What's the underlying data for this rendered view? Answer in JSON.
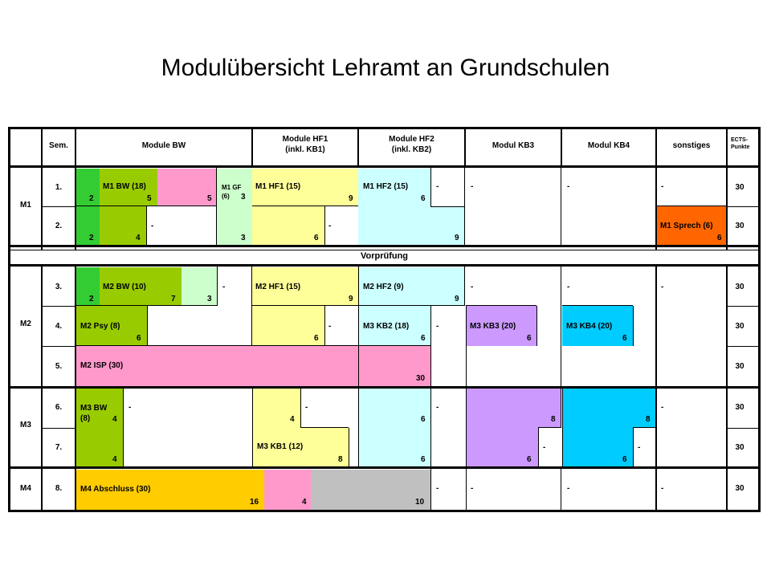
{
  "title": "Modulübersicht Lehramt an Grundschulen",
  "header": {
    "sem": "Sem.",
    "bw": "Module BW",
    "hf1_line1": "Module HF1",
    "hf1_line2": "(inkl. KB1)",
    "hf2_line1": "Module HF2",
    "hf2_line2": "(inkl. KB2)",
    "kb3": "Modul KB3",
    "kb4": "Modul KB4",
    "sonst": "sonstiges",
    "ects_line1": "ECTS-",
    "ects_line2": "Punkte"
  },
  "groups": [
    "M1",
    "M2",
    "M3",
    "M4"
  ],
  "semesters": [
    "1.",
    "2.",
    "3.",
    "4.",
    "5.",
    "6.",
    "7.",
    "8."
  ],
  "ects": [
    "30",
    "30",
    "30",
    "30",
    "30",
    "30",
    "30",
    "30"
  ],
  "vorpruefung": "Vorprüfung",
  "dash": "-",
  "modules": {
    "m1bw": "M1 BW (18)",
    "m1gf_1": "M1 GF",
    "m1gf_2": "(6)",
    "m1hf1": "M1 HF1 (15)",
    "m1hf2": "M1 HF2 (15)",
    "m1sprech": "M1 Sprech (6)",
    "m2bw": "M2 BW (10)",
    "m2hf1": "M2 HF1 (15)",
    "m2hf2": "M2 HF2 (9)",
    "m2psy": "M2 Psy (8)",
    "m3kb2": "M3 KB2 (18)",
    "m3kb3": "M3 KB3 (20)",
    "m3kb4": "M3 KB4 (20)",
    "m2isp": "M2 ISP (30)",
    "m3bw_1": "M3 BW",
    "m3bw_2": "(8)",
    "m3kb1": "M3 KB1 (12)",
    "m4abschluss": "M4 Abschluss (30)"
  },
  "points": {
    "r1_bw_a": "2",
    "r1_bw_b": "5",
    "r1_bw_c": "5",
    "r1_gf": "3",
    "r1_hf1": "9",
    "r1_hf2": "6",
    "r2_bw_a": "2",
    "r2_bw_b": "4",
    "r2_gf": "3",
    "r2_hf1": "6",
    "r2_hf2": "9",
    "r2_sprech": "6",
    "r3_bw_a": "2",
    "r3_bw_b": "7",
    "r3_bw_c": "3",
    "r3_hf1": "9",
    "r3_hf2": "9",
    "r4_psy": "6",
    "r4_hf1": "6",
    "r4_kb2": "6",
    "r4_kb3": "6",
    "r4_kb4": "6",
    "r5_isp": "30",
    "r6_bw": "4",
    "r6_hf1": "4",
    "r6_hf2": "6",
    "r6_kb3": "8",
    "r6_kb4": "8",
    "r7_bw": "4",
    "r7_kb1": "8",
    "r7_hf2": "6",
    "r7_kb3": "6",
    "r7_kb4": "6",
    "r8_a": "16",
    "r8_b": "4",
    "r8_c": "10"
  },
  "colors": {
    "dark_green": "#33cc33",
    "lime_green": "#99cc00",
    "light_green": "#ccffcc",
    "pink": "#ff99cc",
    "light_yellow": "#ffff99",
    "light_cyan": "#ccffff",
    "orange": "#ff6600",
    "lavender": "#cc99ff",
    "sky_blue": "#00ccff",
    "gold": "#ffcc00",
    "light_gray": "#c0c0c0"
  }
}
